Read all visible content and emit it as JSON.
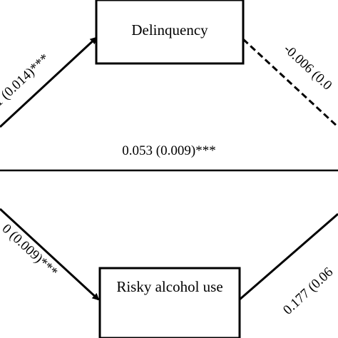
{
  "nodes": {
    "delinquency": {
      "label": "Delinquency"
    },
    "risky_alcohol_use": {
      "label": "Risky alcohol use"
    }
  },
  "paths": {
    "to_delinquency": {
      "label": "1 (0.014)***",
      "style": "solid"
    },
    "delinquency_out": {
      "label": "-0.006 (0.0",
      "style": "dashed"
    },
    "direct": {
      "label": "0.053 (0.009)***",
      "style": "solid"
    },
    "to_risky_alcohol": {
      "label": "0 (0.009)***",
      "style": "solid"
    },
    "risky_alcohol_out": {
      "label": "0.177 (0.06",
      "style": "solid"
    }
  },
  "colors": {
    "stroke": "#000000",
    "background": "#ffffff"
  }
}
